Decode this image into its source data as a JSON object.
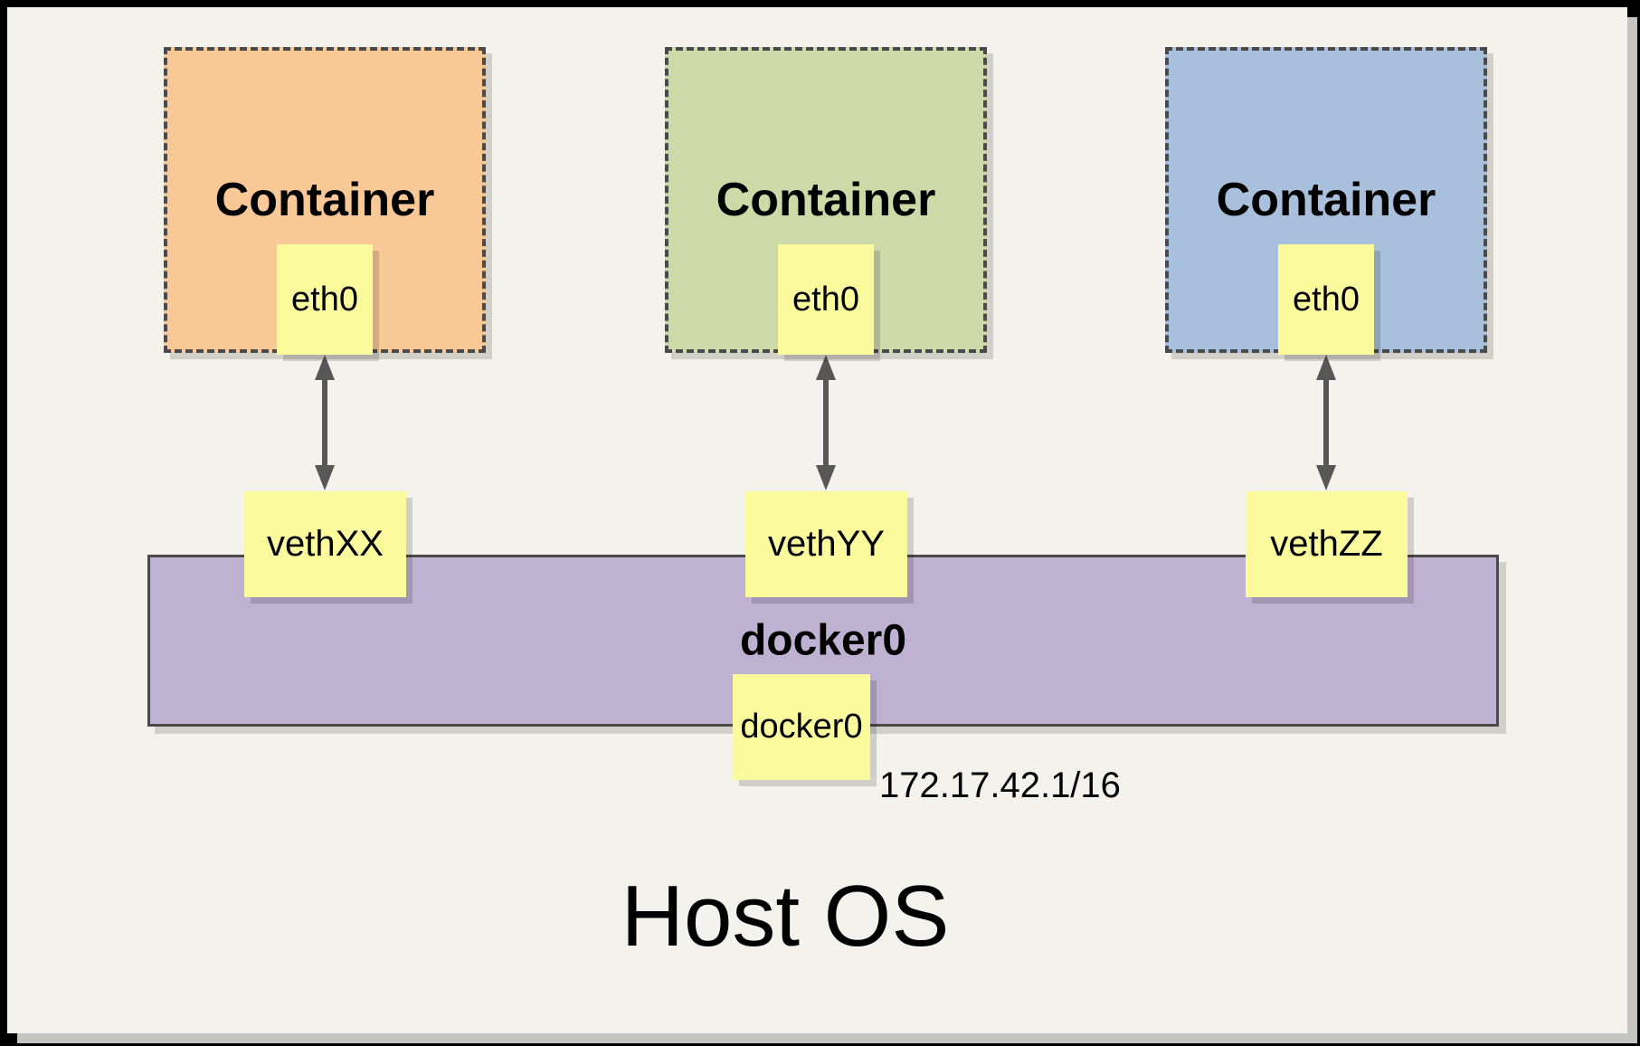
{
  "containers": [
    {
      "title": "Container",
      "interface": "eth0",
      "veth": "vethXX",
      "fill": "#F8C896"
    },
    {
      "title": "Container",
      "interface": "eth0",
      "veth": "vethYY",
      "fill": "#CDDAA8"
    },
    {
      "title": "Container",
      "interface": "eth0",
      "veth": "vethZZ",
      "fill": "#A9C0DC"
    }
  ],
  "bridge": {
    "name": "docker0",
    "interface": "docker0",
    "ip": "172.17.42.1/16",
    "fill": "#BFB1D2"
  },
  "host": {
    "name": "Host OS"
  },
  "colors": {
    "page_background": "#F4F2EC",
    "frame": "#000000",
    "interface_box_fill": "#FBFB9E",
    "dashed_border": "#4A4A4A",
    "arrow": "#575757"
  }
}
